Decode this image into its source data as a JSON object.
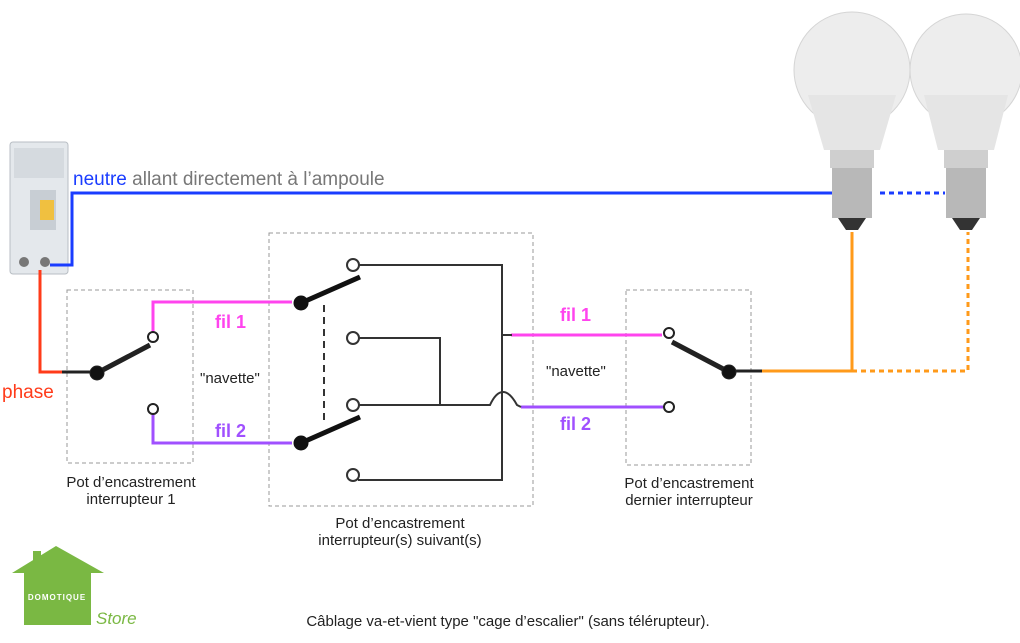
{
  "labels": {
    "neutre_word": "neutre",
    "neutre_rest": " allant directement à l’ampoule",
    "phase": "phase",
    "fil1_left": "fil 1",
    "fil2_left": "fil 2",
    "fil1_right": "fil 1",
    "fil2_right": "fil 2",
    "navette_left": "\"navette\"",
    "navette_right": "\"navette\"",
    "box1_line1": "Pot d’encastrement",
    "box1_line2": "interrupteur 1",
    "box2_line1": "Pot d’encastrement",
    "box2_line2": "interrupteur(s) suivant(s)",
    "box3_line1": "Pot d’encastrement",
    "box3_line2": "dernier interrupteur",
    "caption": "Câblage va-et-vient type \"cage d’escalier\" (sans télérupteur)."
  },
  "logo": {
    "word1": "DOMOTIQUE",
    "word2": "Store"
  },
  "colors": {
    "neutre": "#1a3cff",
    "phase": "#ff3b1a",
    "fil1": "#ff44ee",
    "fil2": "#a050ff",
    "retour": "#ff9a1a",
    "logo_green": "#7ab843",
    "label_gray": "#777777"
  }
}
